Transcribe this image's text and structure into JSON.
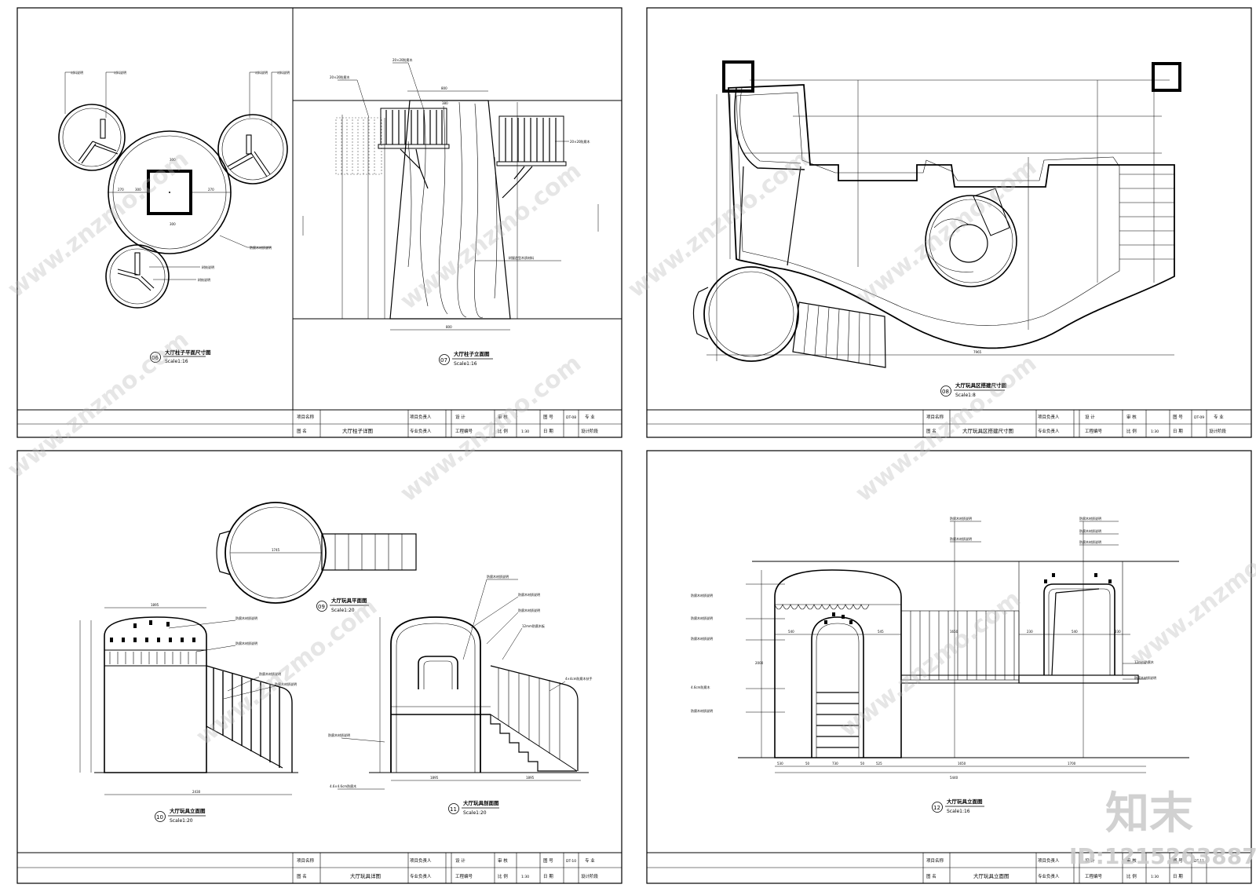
{
  "watermark_text": "www.znzmo.com",
  "brand": {
    "logo": "知末",
    "id_label": "ID:1215263887"
  },
  "title_block_labels": {
    "project_name": "项目名称",
    "drawing_name": "图 名",
    "project_lead": "项目负责人",
    "specialty_lead": "专业负责人",
    "design": "设 计",
    "project_no": "工程编号",
    "review": "审 核",
    "scale": "比 例",
    "sheet_no": "图 号",
    "date": "日 期",
    "specialty": "专 业",
    "design_stage": "设计阶段"
  },
  "sheets": [
    {
      "drawing_title": "大厅柱子详图",
      "sheet_no": "DT-08",
      "scale": "1:30"
    },
    {
      "drawing_title": "大厅玩具区搭建尺寸图",
      "sheet_no": "DT-09",
      "scale": "1:30"
    },
    {
      "drawing_title": "大厅玩具详图",
      "sheet_no": "DT-10",
      "scale": "1:30"
    },
    {
      "drawing_title": "大厅玩具立面图",
      "sheet_no": "DT-11",
      "scale": "1:30"
    }
  ],
  "views": [
    {
      "no": "06",
      "title": "大厅柱子平面尺寸图",
      "scale": "Scale1:16"
    },
    {
      "no": "07",
      "title": "大厅柱子立面图",
      "scale": "Scale1:16"
    },
    {
      "no": "08",
      "title": "大厅玩具区搭建尺寸图",
      "scale": "Scale1:8"
    },
    {
      "no": "09",
      "title": "大厅玩具平面图",
      "scale": "Scale1:20"
    },
    {
      "no": "10",
      "title": "大厅玩具立面图",
      "scale": "Scale1:20"
    },
    {
      "no": "11",
      "title": "大厅玩具剖面图",
      "scale": "Scale1:20"
    },
    {
      "no": "12",
      "title": "大厅玩具立面图",
      "scale": "Scale1:16"
    }
  ],
  "dims": {
    "v08_overall": "7965",
    "v09_diameter": "1745",
    "v10_width": "2430",
    "v10_top": "1895",
    "v11_a": "1895",
    "v11_b": "1895",
    "v12_overall": "5440",
    "v12_s1": "530",
    "v12_s2": "50",
    "v12_s3": "730",
    "v12_s4": "50",
    "v12_s5": "525",
    "v12_s6": "1650",
    "v12_s7": "1700",
    "v12_top_a": "540",
    "v12_top_b": "1650",
    "v12_top_c": "545",
    "v12_r1": "230",
    "v12_r2": "540",
    "v12_r3": "230",
    "v12_h": "2000",
    "v07_w": "800",
    "v07_top": "380"
  }
}
